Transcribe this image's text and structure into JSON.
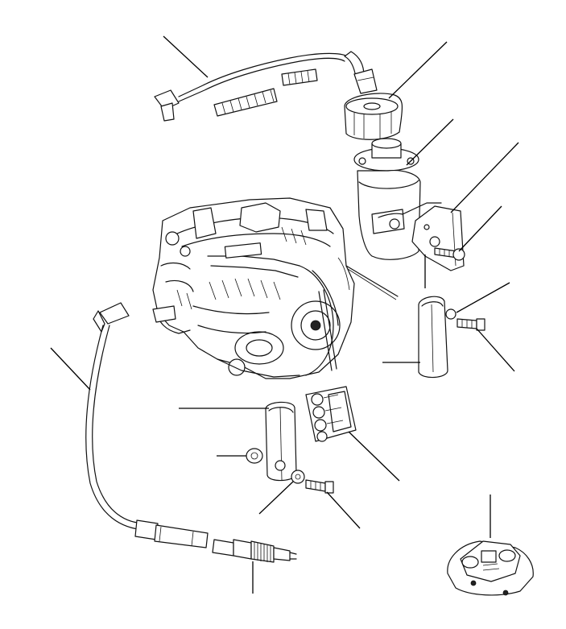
{
  "diagram": {
    "type": "exploded-parts-view",
    "part_count": 12,
    "parts": [
      {
        "id": "ht-lead-upper",
        "icon": "ignition-lead-icon"
      },
      {
        "id": "coil-cap",
        "icon": "coil-cap-icon"
      },
      {
        "id": "ignition-coil",
        "icon": "ignition-coil-icon"
      },
      {
        "id": "coil-bracket",
        "icon": "bracket-icon"
      },
      {
        "id": "bracket-bolt",
        "icon": "bolt-icon"
      },
      {
        "id": "bracket-clamp",
        "icon": "clamp-icon"
      },
      {
        "id": "clamp-bolt-right",
        "icon": "bolt-icon"
      },
      {
        "id": "ht-lead-lower",
        "icon": "ignition-lead-icon"
      },
      {
        "id": "lead-holder",
        "icon": "clamp-icon"
      },
      {
        "id": "washer",
        "icon": "washer-icon"
      },
      {
        "id": "clamp-bolt-left",
        "icon": "bolt-icon"
      },
      {
        "id": "wire-separator",
        "icon": "separator-icon"
      },
      {
        "id": "spark-plug",
        "icon": "spark-plug-icon"
      },
      {
        "id": "ignition-module",
        "icon": "module-icon"
      }
    ]
  }
}
